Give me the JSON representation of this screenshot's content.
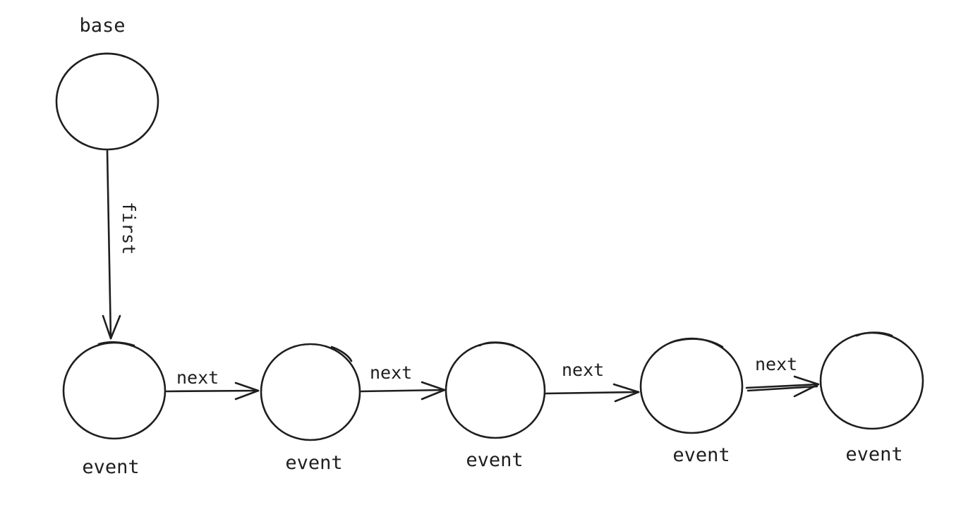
{
  "nodes": [
    {
      "label": "base"
    },
    {
      "label": "event"
    },
    {
      "label": "event"
    },
    {
      "label": "event"
    },
    {
      "label": "event"
    },
    {
      "label": "event"
    }
  ],
  "edges": [
    {
      "label": "first"
    },
    {
      "label": "next"
    },
    {
      "label": "next"
    },
    {
      "label": "next"
    },
    {
      "label": "next"
    }
  ],
  "colors": {
    "stroke": "#1e1e1e",
    "background": "#ffffff"
  }
}
